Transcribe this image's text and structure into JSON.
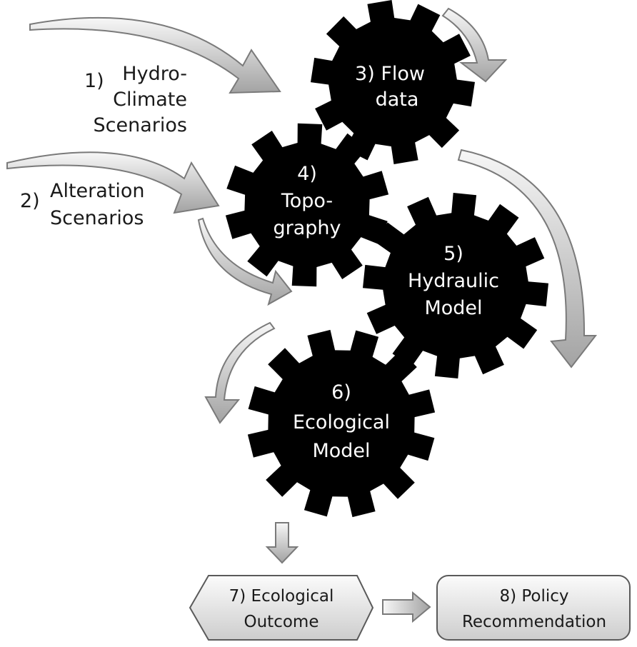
{
  "input_labels": {
    "hydro_num": "1)",
    "hydro_line1": "Hydro-",
    "hydro_line2": "Climate",
    "hydro_line3": "Scenarios",
    "alt_num": "2)",
    "alt_line1": "Alteration",
    "alt_line2": "Scenarios"
  },
  "gears": {
    "flow": {
      "line1": "3) Flow",
      "line2": "data"
    },
    "topo": {
      "line1": "4)",
      "line2": "Topo-",
      "line3": "graphy"
    },
    "hydraulic": {
      "line1": "5)",
      "line2": "Hydraulic",
      "line3": "Model"
    },
    "ecological": {
      "line1": "6)",
      "line2": "Ecological",
      "line3": "Model"
    }
  },
  "outcomes": {
    "eco_outcome": {
      "line1": "7) Ecological",
      "line2": "Outcome"
    },
    "policy": {
      "line1": "8) Policy",
      "line2": "Recommendation"
    }
  },
  "colors": {
    "gear": "#000000",
    "arrow_light": "#f4f4f4",
    "arrow_dark": "#9a9a9a",
    "arrow_stroke": "#6f6f6f",
    "box_light": "#f2f2f2",
    "box_dark": "#cfcfcf",
    "text": "#1a1a1a"
  }
}
